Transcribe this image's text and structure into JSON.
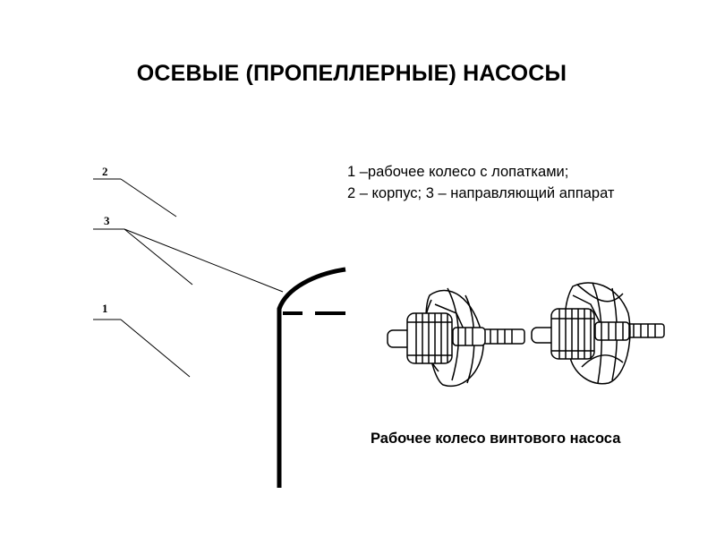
{
  "slide": {
    "title": "ОСЕВЫЕ (ПРОПЕЛЛЕРНЫЕ) НАСОСЫ",
    "legend": {
      "line1": "1 –рабочее колесо с лопатками;",
      "line2": "2 – корпус; 3 – направляющий аппарат"
    },
    "callouts": {
      "c2": "2",
      "c3": "3",
      "c1": "1"
    },
    "caption": "Рабочее колесо винтового насоса"
  }
}
